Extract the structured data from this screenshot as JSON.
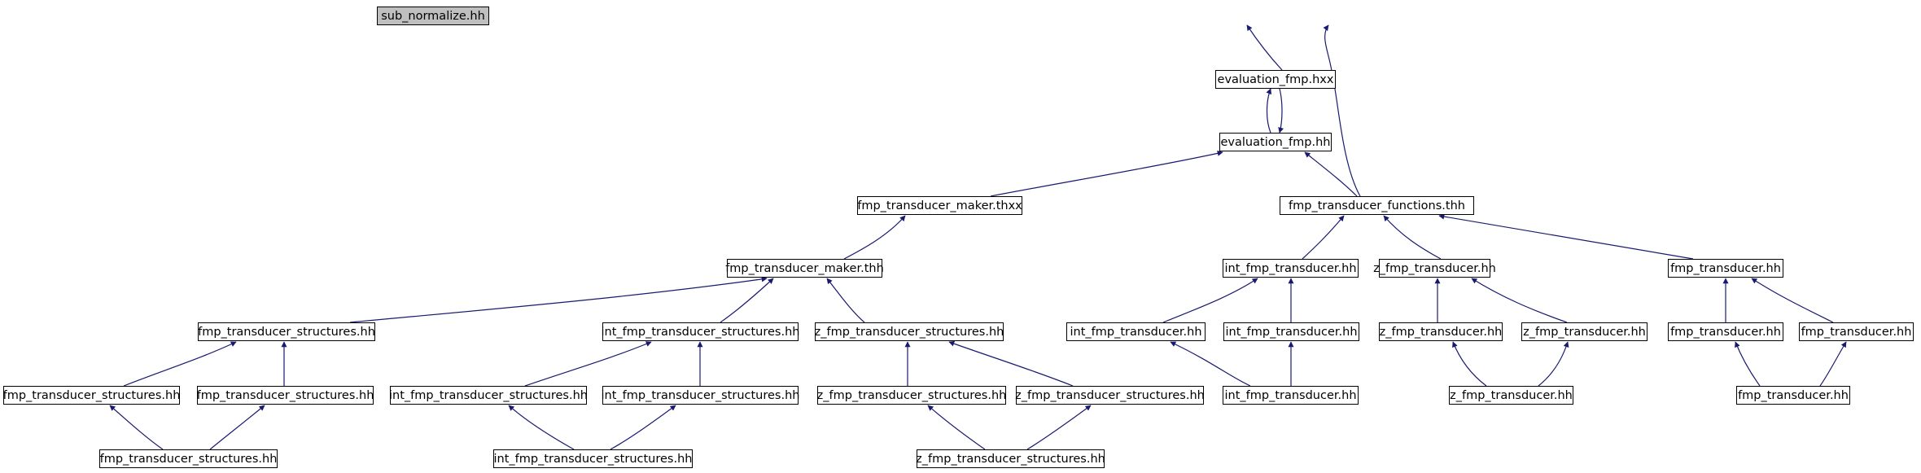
{
  "colors": {
    "edge": "#191970",
    "node_border": "#000000",
    "node_fill": "#ffffff",
    "highlight_fill": "#bfbfbf"
  },
  "nodes": [
    {
      "id": "n1",
      "label": "sub_normalize.hh",
      "highlight": true
    },
    {
      "id": "n2",
      "label": "evaluation_fmp.hxx"
    },
    {
      "id": "n3",
      "label": "evaluation_fmp.hh"
    },
    {
      "id": "n4",
      "label": "fmp_transducer_maker.thxx"
    },
    {
      "id": "n5",
      "label": "fmp_transducer_functions.thh"
    },
    {
      "id": "n6",
      "label": "fmp_transducer_maker.thh"
    },
    {
      "id": "n7",
      "label": "int_fmp_transducer.hh"
    },
    {
      "id": "n8",
      "label": "z_fmp_transducer.hh"
    },
    {
      "id": "n9",
      "label": "fmp_transducer.hh"
    },
    {
      "id": "n10",
      "label": "fmp_transducer_structures.hh"
    },
    {
      "id": "n11",
      "label": "int_fmp_transducer_structures.hh"
    },
    {
      "id": "n12",
      "label": "z_fmp_transducer_structures.hh"
    },
    {
      "id": "n13",
      "label": "int_fmp_transducer.hh"
    },
    {
      "id": "n14",
      "label": "int_fmp_transducer.hh"
    },
    {
      "id": "n15",
      "label": "z_fmp_transducer.hh"
    },
    {
      "id": "n16",
      "label": "z_fmp_transducer.hh"
    },
    {
      "id": "n17",
      "label": "fmp_transducer.hh"
    },
    {
      "id": "n18",
      "label": "fmp_transducer.hh"
    },
    {
      "id": "n19",
      "label": "fmp_transducer_structures.hh"
    },
    {
      "id": "n20",
      "label": "fmp_transducer_structures.hh"
    },
    {
      "id": "n21",
      "label": "int_fmp_transducer_structures.hh"
    },
    {
      "id": "n22",
      "label": "int_fmp_transducer_structures.hh"
    },
    {
      "id": "n23",
      "label": "z_fmp_transducer_structures.hh"
    },
    {
      "id": "n24",
      "label": "z_fmp_transducer_structures.hh"
    },
    {
      "id": "n25",
      "label": "int_fmp_transducer.hh"
    },
    {
      "id": "n26",
      "label": "z_fmp_transducer.hh"
    },
    {
      "id": "n27",
      "label": "fmp_transducer.hh"
    },
    {
      "id": "n28",
      "label": "fmp_transducer_structures.hh"
    },
    {
      "id": "n29",
      "label": "int_fmp_transducer_structures.hh"
    },
    {
      "id": "n30",
      "label": "z_fmp_transducer_structures.hh"
    }
  ],
  "edges": [
    {
      "from": "n2",
      "to": "n1"
    },
    {
      "from": "n5",
      "to": "n1"
    },
    {
      "from": "n3",
      "to": "n2"
    },
    {
      "from": "n2",
      "to": "n3"
    },
    {
      "from": "n4",
      "to": "n3"
    },
    {
      "from": "n5",
      "to": "n3"
    },
    {
      "from": "n6",
      "to": "n4"
    },
    {
      "from": "n7",
      "to": "n5"
    },
    {
      "from": "n8",
      "to": "n5"
    },
    {
      "from": "n9",
      "to": "n5"
    },
    {
      "from": "n10",
      "to": "n6"
    },
    {
      "from": "n11",
      "to": "n6"
    },
    {
      "from": "n12",
      "to": "n6"
    },
    {
      "from": "n13",
      "to": "n7"
    },
    {
      "from": "n14",
      "to": "n7"
    },
    {
      "from": "n15",
      "to": "n8"
    },
    {
      "from": "n16",
      "to": "n8"
    },
    {
      "from": "n17",
      "to": "n9"
    },
    {
      "from": "n18",
      "to": "n9"
    },
    {
      "from": "n19",
      "to": "n10"
    },
    {
      "from": "n20",
      "to": "n10"
    },
    {
      "from": "n21",
      "to": "n11"
    },
    {
      "from": "n22",
      "to": "n11"
    },
    {
      "from": "n23",
      "to": "n12"
    },
    {
      "from": "n24",
      "to": "n12"
    },
    {
      "from": "n25",
      "to": "n13"
    },
    {
      "from": "n25",
      "to": "n14"
    },
    {
      "from": "n26",
      "to": "n15"
    },
    {
      "from": "n26",
      "to": "n16"
    },
    {
      "from": "n27",
      "to": "n17"
    },
    {
      "from": "n27",
      "to": "n18"
    },
    {
      "from": "n28",
      "to": "n19"
    },
    {
      "from": "n28",
      "to": "n20"
    },
    {
      "from": "n29",
      "to": "n21"
    },
    {
      "from": "n29",
      "to": "n22"
    },
    {
      "from": "n30",
      "to": "n23"
    },
    {
      "from": "n30",
      "to": "n24"
    }
  ]
}
